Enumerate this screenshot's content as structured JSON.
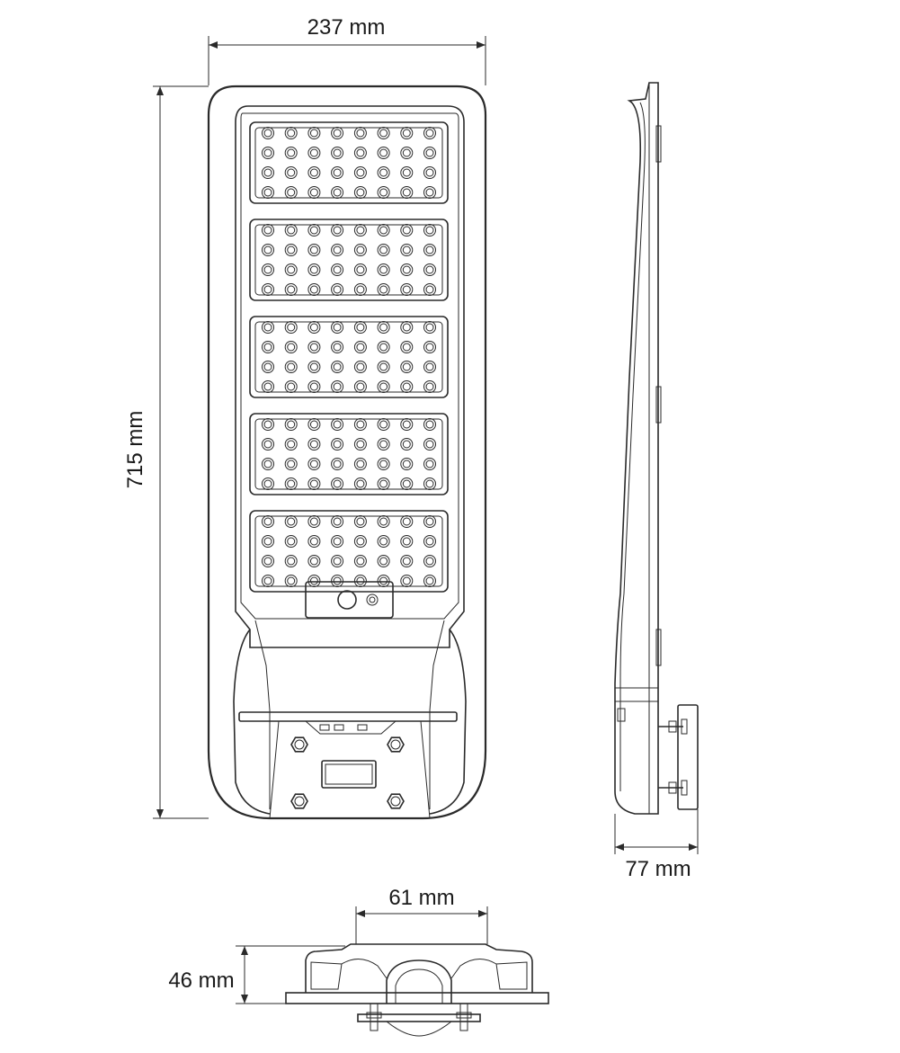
{
  "dimensions": {
    "width": "237 mm",
    "height": "715 mm",
    "depth": "77 mm",
    "bracket_width": "61 mm",
    "bracket_height": "46 mm"
  },
  "colors": {
    "line": "#2a2a2a",
    "background": "#ffffff"
  },
  "led_modules": {
    "count": 5,
    "rows_per_module": 4,
    "columns_per_module": 8
  }
}
